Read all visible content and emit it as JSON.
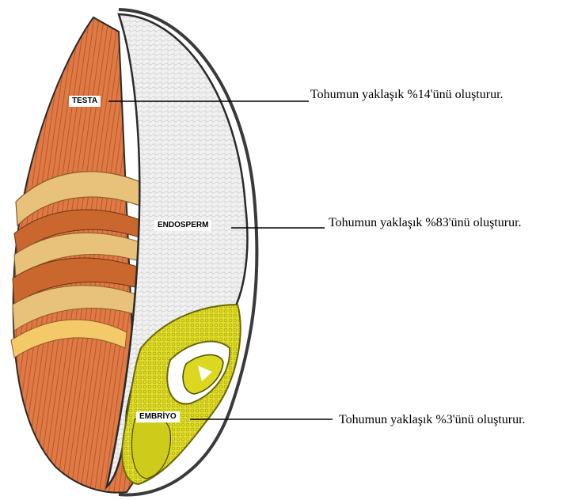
{
  "labels": {
    "testa": "TESTA",
    "endosperm": "ENDOSPERM",
    "embriyo": "EMBRİYO"
  },
  "descriptions": {
    "testa": "Tohumun yaklaşık %14'ünü oluşturur.",
    "endosperm": "Tohumun yaklaşık %83'ünü oluşturur.",
    "embriyo": "Tohumun yaklaşık %3'ünü oluşturur."
  },
  "colors": {
    "seed_coat": "#E07A45",
    "seed_coat_dark": "#A8451C",
    "endosperm": "#F0F0F0",
    "embryo": "#E3E02A",
    "outline": "#2A2A2A",
    "cells": "#E8C27A"
  }
}
